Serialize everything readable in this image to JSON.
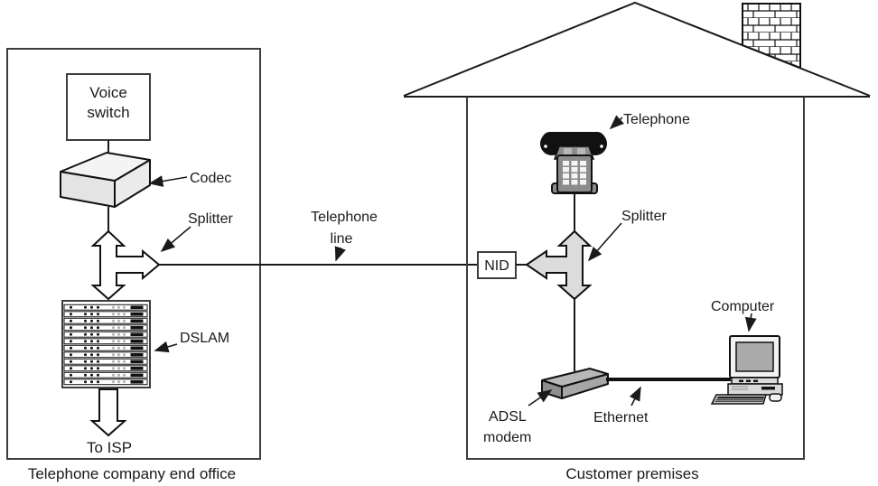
{
  "end_office": {
    "label": "Telephone company end office",
    "voice_switch_line1": "Voice",
    "voice_switch_line2": "switch",
    "codec_label": "Codec",
    "splitter_label": "Splitter",
    "dslam_label": "DSLAM",
    "to_isp_label": "To ISP"
  },
  "link": {
    "label_line1": "Telephone",
    "label_line2": "line"
  },
  "customer": {
    "label": "Customer premises",
    "nid_label": "NID",
    "telephone_label": "Telephone",
    "splitter_label": "Splitter",
    "computer_label": "Computer",
    "adsl_line1": "ADSL",
    "adsl_line2": "modem",
    "ethernet_label": "Ethernet"
  },
  "colors": {
    "ink": "#1a1a1a",
    "box_stroke": "#3d3d3d",
    "splitter_customer_fill": "#dcdcdc",
    "splitter_office_fill": "#ffffff",
    "codec_top": "#f4f4f4",
    "codec_front": "#e4e4e4",
    "codec_side": "#ebebeb",
    "modem_top": "#b8b8b8",
    "modem_front": "#8e8e8e",
    "modem_side": "#a6a6a6",
    "phone_body": "#8c8c8c",
    "phone_key": "#f5f5f5",
    "screen_fill": "#ababab",
    "dslam_dot_gray": "#b0b0b0"
  }
}
